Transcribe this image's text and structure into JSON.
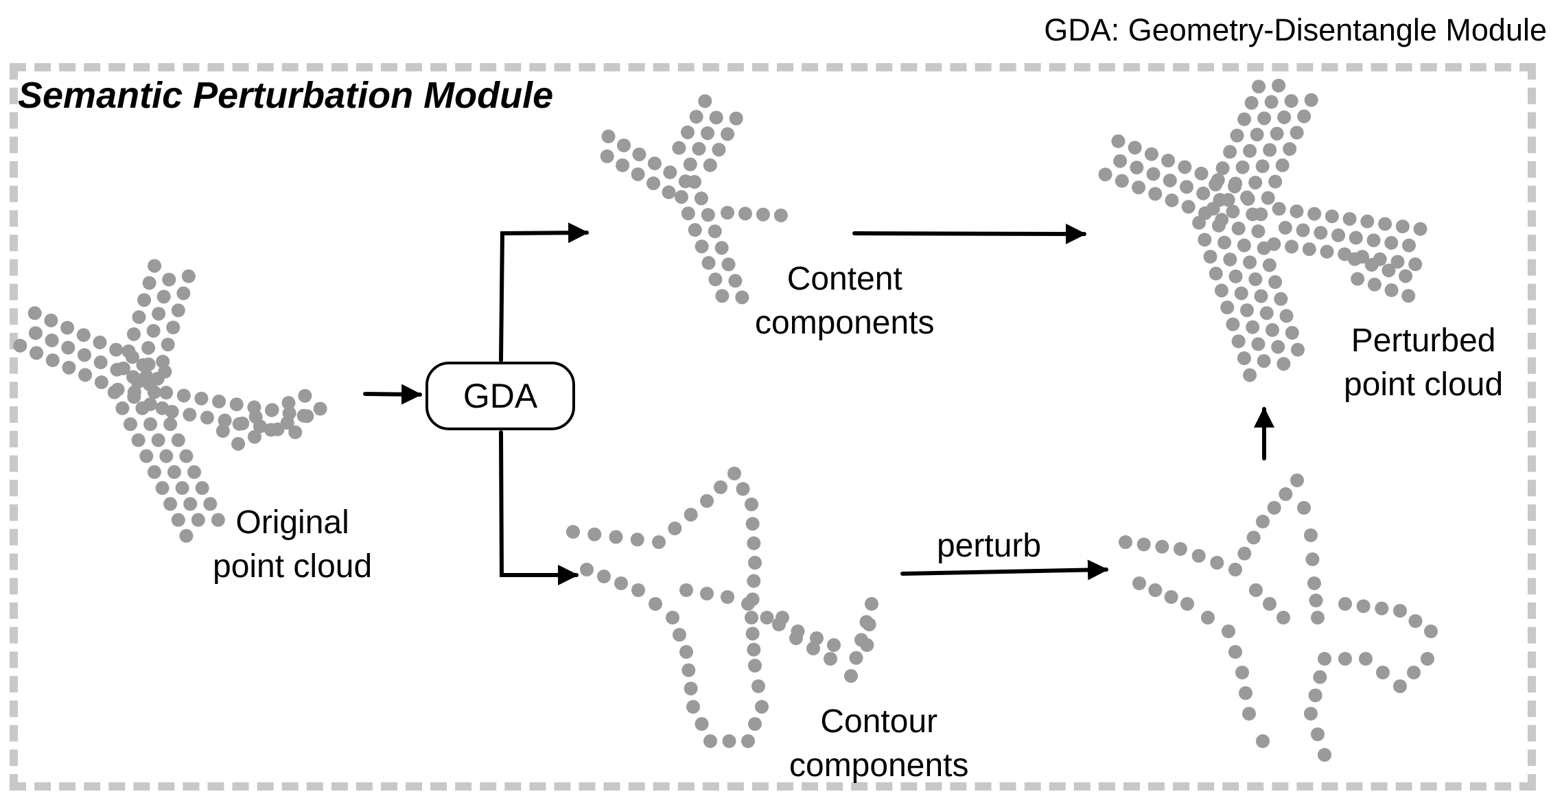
{
  "legend": "GDA: Geometry-Disentangle Module",
  "module_title": "Semantic Perturbation Module",
  "gda_label": "GDA",
  "labels": {
    "original_1": "Original",
    "original_2": "point cloud",
    "content_1": "Content",
    "content_2": "components",
    "contour_1": "Contour",
    "contour_2": "components",
    "perturb": "perturb",
    "perturbed_1": "Perturbed",
    "perturbed_2": "point cloud"
  },
  "colors": {
    "points": "#9a9a9a",
    "dashed_border": "#c8c8c8",
    "arrows": "#000000"
  }
}
